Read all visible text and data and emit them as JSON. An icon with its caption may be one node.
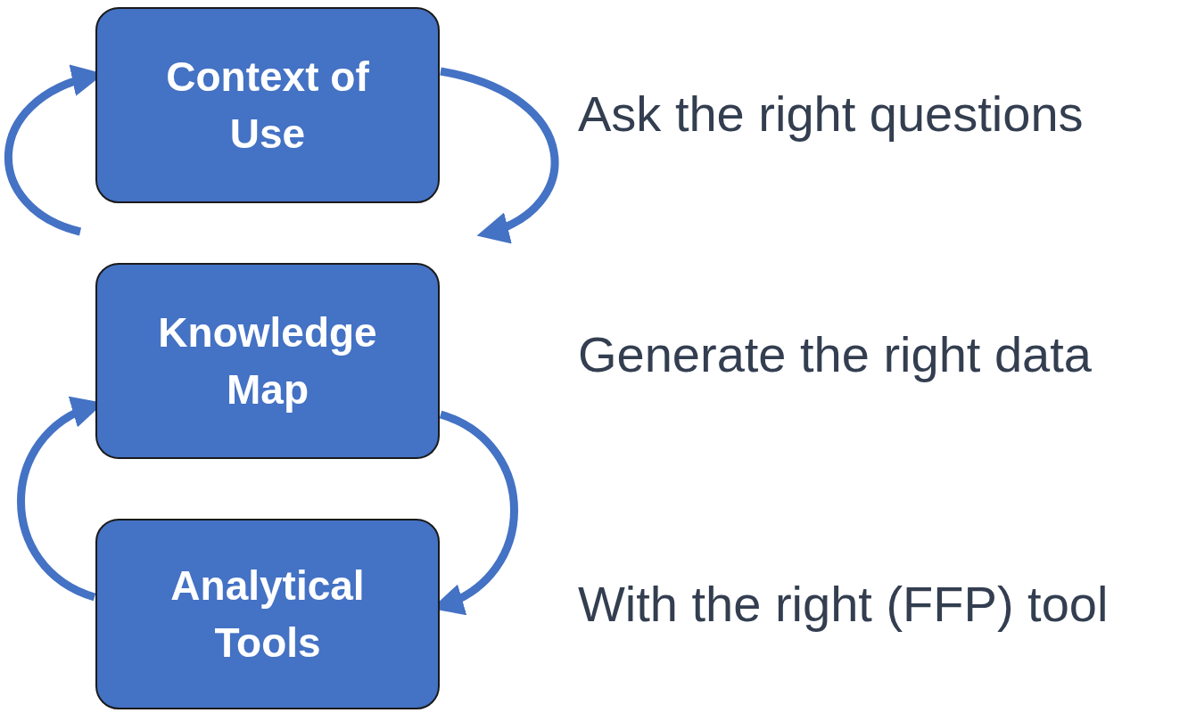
{
  "diagram": {
    "nodes": [
      {
        "text": [
          "Context of Use"
        ]
      },
      {
        "text": [
          "Knowledge Map"
        ]
      },
      {
        "text": [
          "Analytical Tools"
        ]
      }
    ],
    "edges": [
      {
        "from": 0,
        "to": null,
        "arrow": "to"
      },
      {
        "from": null,
        "to": 0,
        "arrow": "to"
      },
      {
        "from": 1,
        "to": 2,
        "arrow": "to"
      },
      {
        "from": 2,
        "to": 1,
        "arrow": "to"
      }
    ],
    "labels": [
      "Ask the right questions",
      "Generate the right data",
      "With the right (FFP) tool"
    ]
  }
}
